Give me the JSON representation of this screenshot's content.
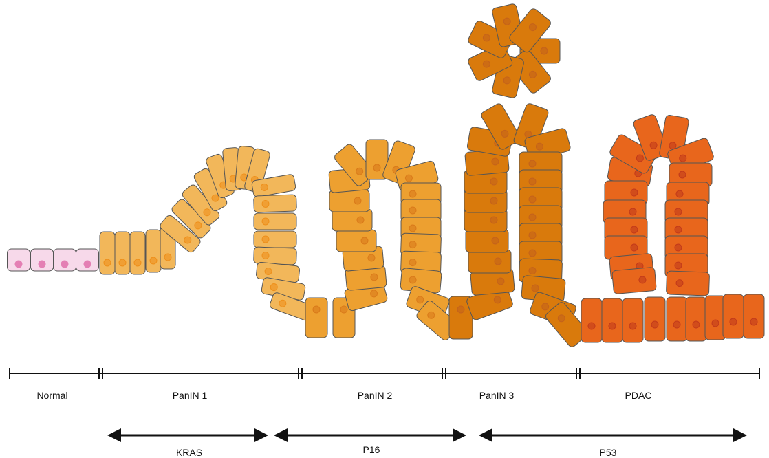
{
  "stages": [
    {
      "id": "normal",
      "label": "Normal",
      "color": "#f7d9ea",
      "nucleus": "#e47fb4"
    },
    {
      "id": "panin1",
      "label": "PanIN 1",
      "color": "#f2b75a",
      "nucleus": "#ee8f1a"
    },
    {
      "id": "panin2",
      "label": "PanIN 2",
      "color": "#eda030",
      "nucleus": "#d97a1a"
    },
    {
      "id": "panin3",
      "label": "PanIN 3",
      "color": "#d97a0c",
      "nucleus": "#c4621b"
    },
    {
      "id": "pdac",
      "label": "PDAC",
      "color": "#e8661c",
      "nucleus": "#c23a1a"
    }
  ],
  "genes": [
    {
      "id": "kras",
      "label": "KRAS"
    },
    {
      "id": "p16",
      "label": "P16"
    },
    {
      "id": "p53",
      "label": "P53"
    }
  ],
  "colors": {
    "line": "#111111",
    "cell_outline": "#555555"
  }
}
